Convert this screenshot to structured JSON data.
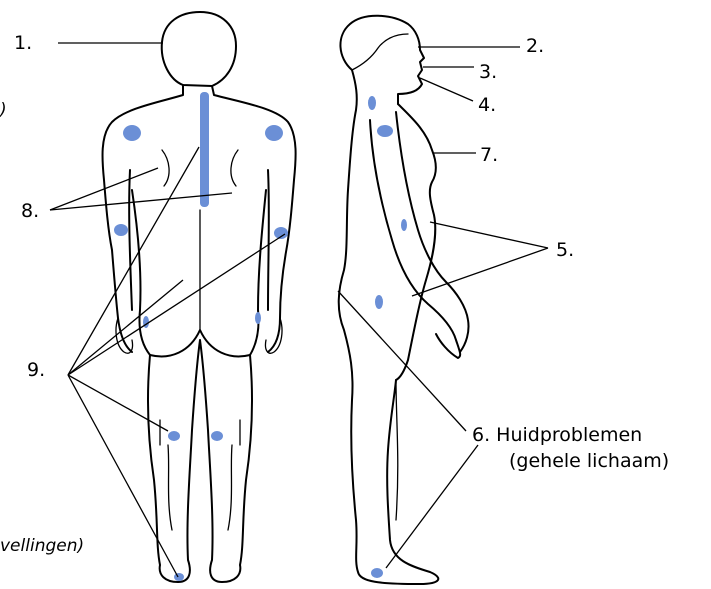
{
  "colors": {
    "marker": "#6b8fd6",
    "outline": "#000000",
    "background": "#ffffff"
  },
  "labels": {
    "l1": "1.",
    "l2": "2.",
    "l3": "3.",
    "l4": "4.",
    "l5": "5.",
    "l6_line1": "6. Huidproblemen",
    "l6_line2": "(gehele lichaam)",
    "l7": "7.",
    "l8": "8.",
    "l9": "9.",
    "frag_top": ")",
    "frag_bottom": "vellingen)"
  }
}
